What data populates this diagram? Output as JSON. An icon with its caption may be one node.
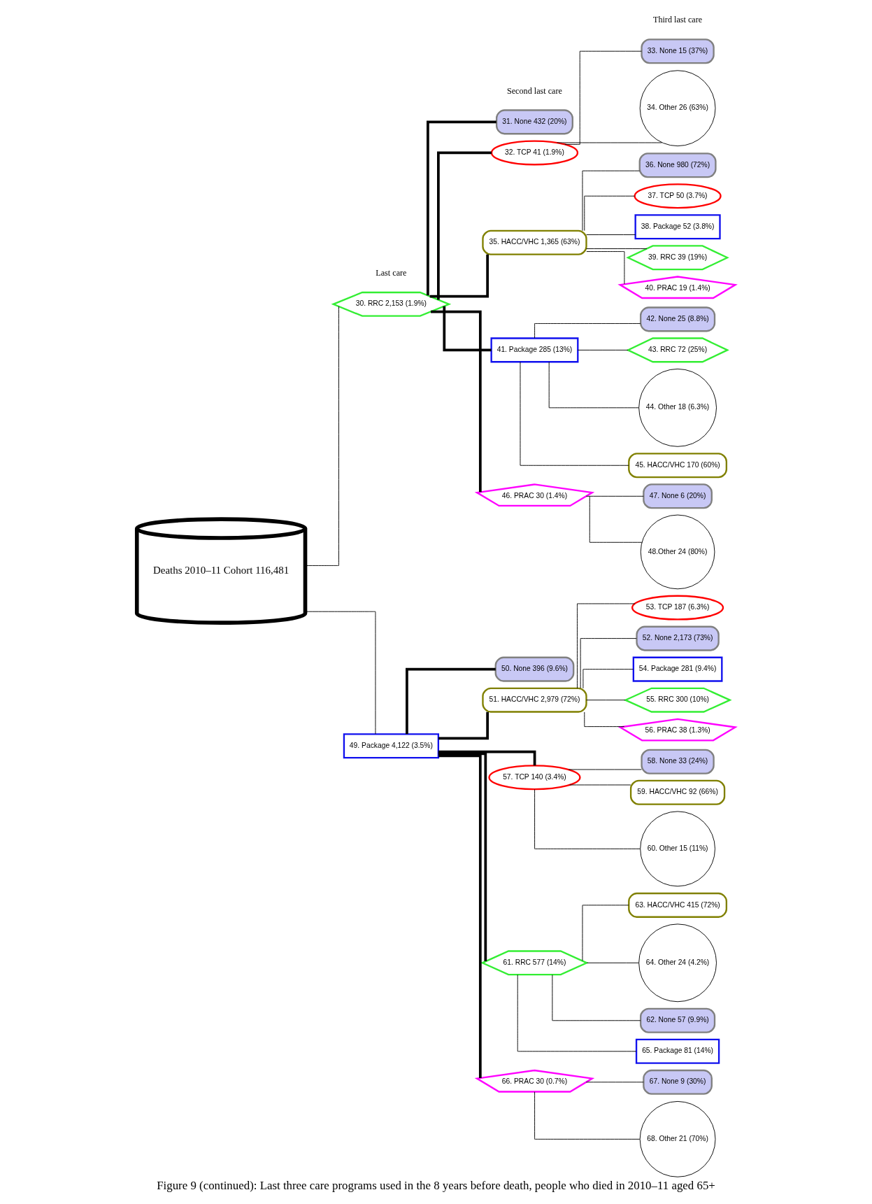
{
  "diagram": {
    "caption": "Figure 9 (continued): Last three care programs used in the 8 years before death, people who died in 2010–11 aged 65+",
    "nodes": [
      {
        "text": [
          "Deaths 2010–11 Cohort 116,481"
        ]
      },
      {
        "text": [
          "30. RRC 2,153 (1.9%)"
        ]
      },
      {
        "text": [
          "31. None 432 (20%)"
        ]
      },
      {
        "text": [
          "32. TCP 41 (1.9%)"
        ]
      },
      {
        "text": [
          "33. None 15 (37%)"
        ]
      },
      {
        "text": [
          "34. Other 26 (63%)"
        ]
      },
      {
        "text": [
          "36. None 980 (72%)"
        ]
      },
      {
        "text": [
          "35. HACC/VHC 1,365 (63%)"
        ]
      },
      {
        "text": [
          "37. TCP 50 (3.7%)"
        ]
      },
      {
        "text": [
          "38. Package 52 (3.8%)"
        ]
      },
      {
        "text": [
          "39. RRC 39 (19%)"
        ]
      },
      {
        "text": [
          "40. PRAC 19 (1.4%)"
        ]
      },
      {
        "text": [
          "42. None 25 (8.8%)"
        ]
      },
      {
        "text": [
          "41. Package 285 (13%)"
        ]
      },
      {
        "text": [
          "43. RRC 72 (25%)"
        ]
      },
      {
        "text": [
          "44. Other 18 (6.3%)"
        ]
      },
      {
        "text": [
          "45. HACC/VHC 170 (60%)"
        ]
      },
      {
        "text": [
          "47. None 6 (20%)"
        ]
      },
      {
        "text": [
          "46. PRAC 30 (1.4%)"
        ]
      },
      {
        "text": [
          "48.Other 24 (80%)"
        ]
      },
      {
        "text": [
          "49. Package 4,122 (3.5%)"
        ]
      },
      {
        "text": [
          "50. None 396 (9.6%)"
        ]
      },
      {
        "text": [
          "51. HACC/VHC 2,979 (72%)"
        ]
      },
      {
        "text": [
          "53. TCP 187 (6.3%)"
        ]
      },
      {
        "text": [
          "52. None 2,173 (73%)"
        ]
      },
      {
        "text": [
          "54. Package 281 (9.4%)"
        ]
      },
      {
        "text": [
          "55. RRC 300 (10%)"
        ]
      },
      {
        "text": [
          "56. PRAC 38 (1.3%)"
        ]
      },
      {
        "text": [
          "58. None 33 (24%)"
        ]
      },
      {
        "text": [
          "57. TCP 140 (3.4%)"
        ]
      },
      {
        "text": [
          "59. HACC/VHC 92 (66%)"
        ]
      },
      {
        "text": [
          "60. Other 15 (11%)"
        ]
      },
      {
        "text": [
          "63. HACC/VHC 415 (72%)"
        ]
      },
      {
        "text": [
          "61. RRC 577 (14%)"
        ]
      },
      {
        "text": [
          "64. Other 24 (4.2%)"
        ]
      },
      {
        "text": [
          "62. None 57 (9.9%)"
        ]
      },
      {
        "text": [
          "65. Package 81 (14%)"
        ]
      },
      {
        "text": [
          "67. None 9 (30%)"
        ]
      },
      {
        "text": [
          "66. PRAC 30 (0.7%)"
        ]
      },
      {
        "text": [
          "68. Other 21 (70%)"
        ]
      }
    ],
    "edges": [
      {
        "from": 0,
        "to": 1,
        "arrow": "none"
      },
      {
        "from": 1,
        "to": 2,
        "arrow": "none",
        "style": "thick"
      },
      {
        "from": 1,
        "to": 3,
        "arrow": "none",
        "style": "thick"
      },
      {
        "from": 3,
        "to": 4,
        "arrow": "none"
      },
      {
        "from": 3,
        "to": 5,
        "arrow": "none"
      },
      {
        "from": 1,
        "to": 7,
        "arrow": "none",
        "style": "thick"
      },
      {
        "from": 7,
        "to": 6,
        "arrow": "none"
      },
      {
        "from": 7,
        "to": 8,
        "arrow": "none"
      },
      {
        "from": 7,
        "to": 9,
        "arrow": "none"
      },
      {
        "from": 7,
        "to": 10,
        "arrow": "none"
      },
      {
        "from": 7,
        "to": 11,
        "arrow": "none"
      },
      {
        "from": 1,
        "to": 13,
        "arrow": "none",
        "style": "thick"
      },
      {
        "from": 13,
        "to": 12,
        "arrow": "none"
      },
      {
        "from": 13,
        "to": 14,
        "arrow": "none"
      },
      {
        "from": 13,
        "to": 15,
        "arrow": "none"
      },
      {
        "from": 13,
        "to": 16,
        "arrow": "none"
      },
      {
        "from": 1,
        "to": 18,
        "arrow": "none",
        "style": "thick"
      },
      {
        "from": 18,
        "to": 17,
        "arrow": "none"
      },
      {
        "from": 18,
        "to": 19,
        "arrow": "none"
      },
      {
        "from": 0,
        "to": 20,
        "arrow": "none"
      },
      {
        "from": 20,
        "to": 21,
        "arrow": "none",
        "style": "thick"
      },
      {
        "from": 20,
        "to": 22,
        "arrow": "none",
        "style": "thick"
      },
      {
        "from": 22,
        "to": 24,
        "arrow": "none"
      },
      {
        "from": 22,
        "to": 23,
        "arrow": "none"
      },
      {
        "from": 22,
        "to": 25,
        "arrow": "none"
      },
      {
        "from": 22,
        "to": 26,
        "arrow": "none"
      },
      {
        "from": 22,
        "to": 27,
        "arrow": "none"
      },
      {
        "from": 20,
        "to": 29,
        "arrow": "none",
        "style": "thick"
      },
      {
        "from": 29,
        "to": 28,
        "arrow": "none"
      },
      {
        "from": 29,
        "to": 30,
        "arrow": "none"
      },
      {
        "from": 29,
        "to": 31,
        "arrow": "none"
      },
      {
        "from": 20,
        "to": 33,
        "arrow": "none",
        "style": "thick"
      },
      {
        "from": 33,
        "to": 35,
        "arrow": "none"
      },
      {
        "from": 33,
        "to": 32,
        "arrow": "none"
      },
      {
        "from": 33,
        "to": 34,
        "arrow": "none"
      },
      {
        "from": 33,
        "to": 36,
        "arrow": "none"
      },
      {
        "from": 20,
        "to": 38,
        "arrow": "none",
        "style": "thick"
      },
      {
        "from": 38,
        "to": 37,
        "arrow": "none"
      },
      {
        "from": 38,
        "to": 39,
        "arrow": "none"
      }
    ],
    "labels": [
      "Last care",
      "Second last care",
      "Third last care"
    ]
  }
}
